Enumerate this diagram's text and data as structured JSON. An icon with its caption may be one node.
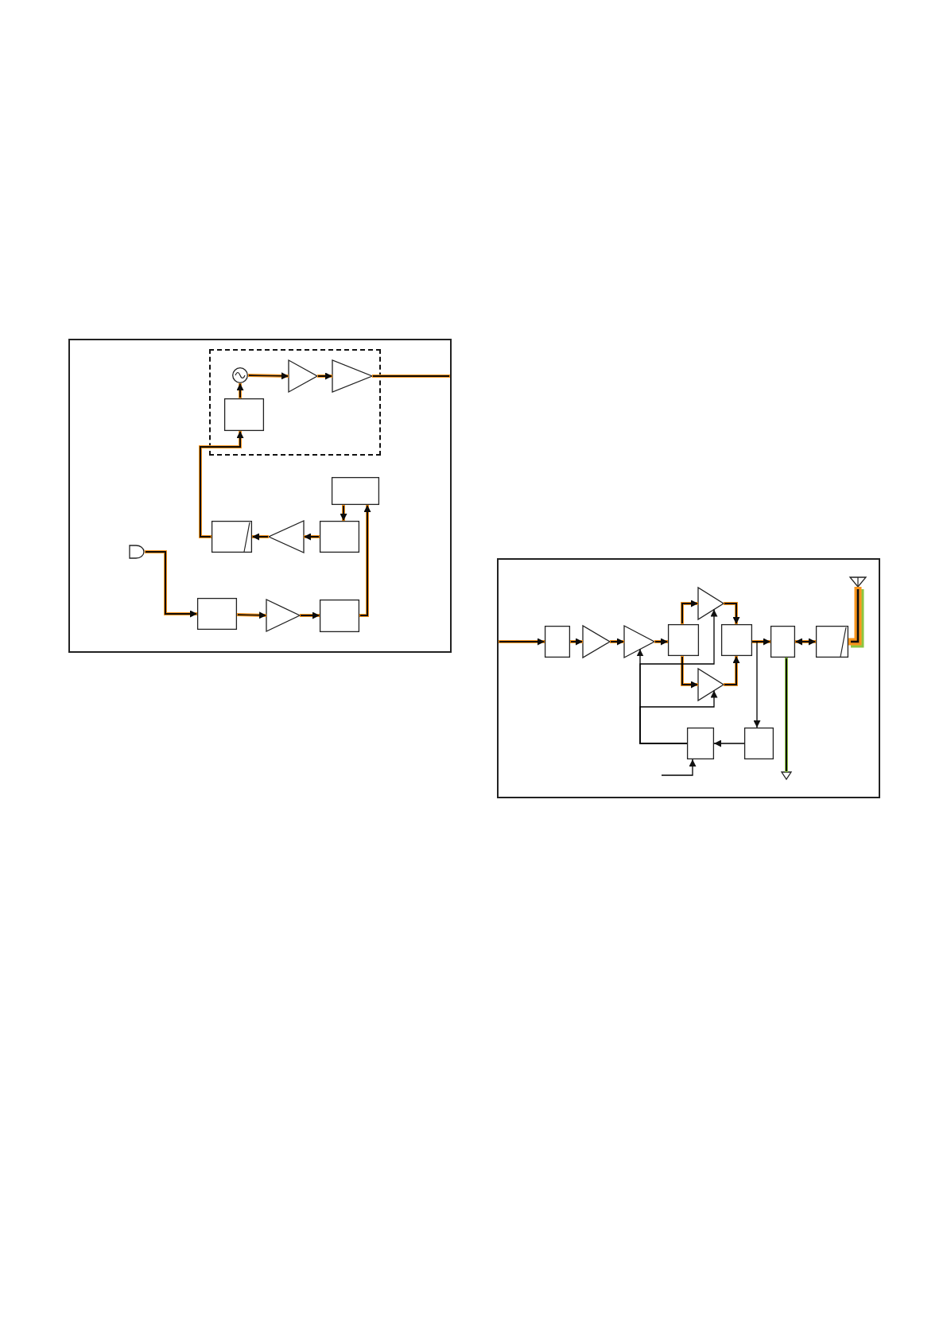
{
  "diagram": {
    "nodes": [
      {
        "text": [],
        "shape": "box"
      },
      {
        "text": [],
        "shape": "box",
        "in": 0
      },
      {
        "text": [],
        "shape": "circle",
        "in": 1
      },
      {
        "text": [],
        "shape": "triangle",
        "in": 1
      },
      {
        "text": [],
        "shape": "triangle",
        "in": 1
      },
      {
        "text": [],
        "shape": "box",
        "in": 1
      },
      {
        "text": [],
        "shape": "box",
        "in": 0
      },
      {
        "text": [],
        "shape": "box",
        "in": 0
      },
      {
        "text": [],
        "shape": "triangle",
        "in": 0
      },
      {
        "text": [],
        "shape": "box",
        "in": 0
      },
      {
        "text": [],
        "shape": "microphone",
        "in": 0
      },
      {
        "text": [],
        "shape": "box",
        "in": 0
      },
      {
        "text": [],
        "shape": "triangle",
        "in": 0
      },
      {
        "text": [],
        "shape": "box",
        "in": 0
      },
      {
        "text": [],
        "shape": "box"
      },
      {
        "text": [],
        "shape": "antenna",
        "in": 14
      },
      {
        "text": [],
        "shape": "triangle",
        "in": 14
      },
      {
        "text": [],
        "shape": "box",
        "in": 14
      },
      {
        "text": [],
        "shape": "triangle",
        "in": 14
      },
      {
        "text": [],
        "shape": "triangle",
        "in": 14
      },
      {
        "text": [],
        "shape": "box",
        "in": 14
      },
      {
        "text": [],
        "shape": "box",
        "in": 14
      },
      {
        "text": [],
        "shape": "box",
        "in": 14
      },
      {
        "text": [],
        "shape": "box",
        "in": 14
      },
      {
        "text": [],
        "shape": "triangle",
        "in": 14
      },
      {
        "text": [],
        "shape": "box",
        "in": 14
      },
      {
        "text": [],
        "shape": "box",
        "in": 14
      },
      {
        "text": [],
        "shape": "triangle",
        "in": 14
      }
    ],
    "edges": [
      {
        "from": 2,
        "to": 3,
        "arrow": "to"
      },
      {
        "from": 3,
        "to": 4,
        "arrow": "to"
      },
      {
        "from": 4,
        "to": null,
        "arrow": "none"
      },
      {
        "from": 5,
        "to": 2,
        "arrow": "to"
      },
      {
        "from": 7,
        "to": 5,
        "arrow": "to"
      },
      {
        "from": 9,
        "to": 8,
        "arrow": "to"
      },
      {
        "from": 8,
        "to": 7,
        "arrow": "to"
      },
      {
        "from": 6,
        "to": 9,
        "arrow": "to"
      },
      {
        "from": 13,
        "to": 6,
        "arrow": "to"
      },
      {
        "from": 10,
        "to": 11,
        "arrow": "to"
      },
      {
        "from": 11,
        "to": 12,
        "arrow": "to"
      },
      {
        "from": 12,
        "to": 13,
        "arrow": "to"
      },
      {
        "from": null,
        "to": 17,
        "arrow": "to"
      },
      {
        "from": 17,
        "to": 18,
        "arrow": "to"
      },
      {
        "from": 18,
        "to": 19,
        "arrow": "to"
      },
      {
        "from": 19,
        "to": 20,
        "arrow": "to"
      },
      {
        "from": 20,
        "to": 16,
        "arrow": "to"
      },
      {
        "from": 20,
        "to": 24,
        "arrow": "to"
      },
      {
        "from": 16,
        "to": 21,
        "arrow": "to"
      },
      {
        "from": 24,
        "to": 21,
        "arrow": "to"
      },
      {
        "from": 21,
        "to": 22,
        "arrow": "to"
      },
      {
        "from": 22,
        "to": 23,
        "arrow": "both"
      },
      {
        "from": 23,
        "to": 15,
        "arrow": "none",
        "style": "thick"
      },
      {
        "from": 22,
        "to": 27,
        "arrow": "none",
        "color": "#8dc63f"
      },
      {
        "from": 21,
        "to": 26,
        "arrow": "to",
        "color": "#000000"
      },
      {
        "from": 26,
        "to": 25,
        "arrow": "to",
        "color": "#000000"
      },
      {
        "from": 25,
        "to": 19,
        "arrow": "to",
        "color": "#000000"
      },
      {
        "from": 25,
        "to": 16,
        "arrow": "to",
        "color": "#000000"
      },
      {
        "from": 25,
        "to": 24,
        "arrow": "to",
        "color": "#000000"
      },
      {
        "from": null,
        "to": 25,
        "arrow": "to",
        "color": "#000000"
      }
    ]
  }
}
